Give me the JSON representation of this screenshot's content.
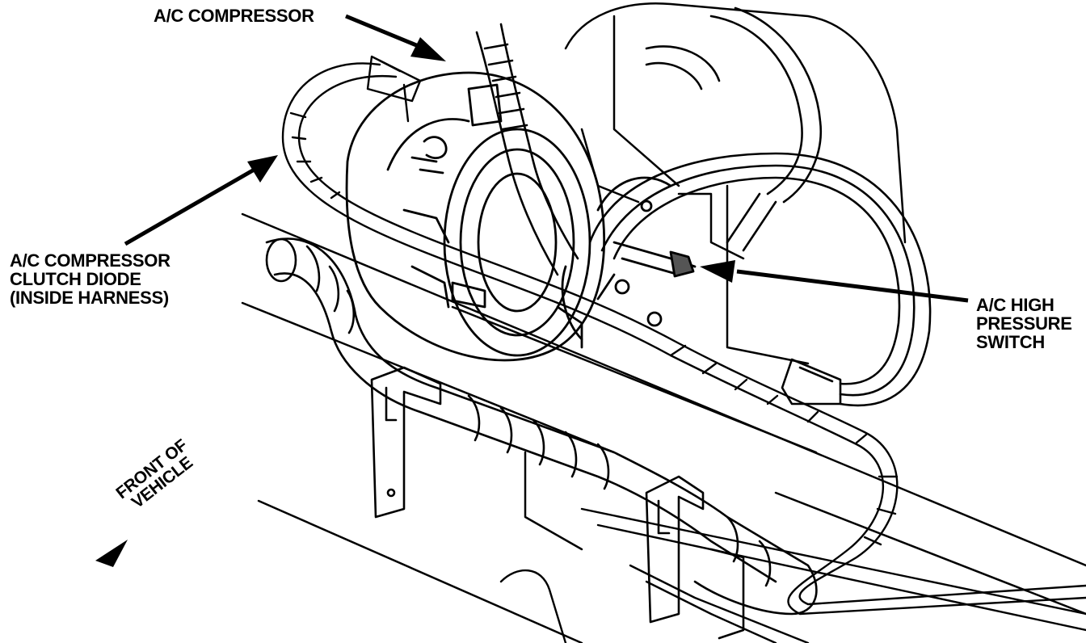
{
  "labels": {
    "compressor": {
      "lines": [
        "A/C COMPRESSOR"
      ]
    },
    "diode": {
      "lines": [
        "A/C COMPRESSOR",
        "CLUTCH DIODE",
        "(INSIDE HARNESS)"
      ]
    },
    "switch": {
      "lines": [
        "A/C HIGH",
        "PRESSURE",
        "SWITCH"
      ]
    },
    "front": {
      "lines": [
        "FRONT OF",
        "VEHICLE"
      ]
    }
  },
  "colors": {
    "ink": "#000000",
    "paper": "#ffffff"
  }
}
